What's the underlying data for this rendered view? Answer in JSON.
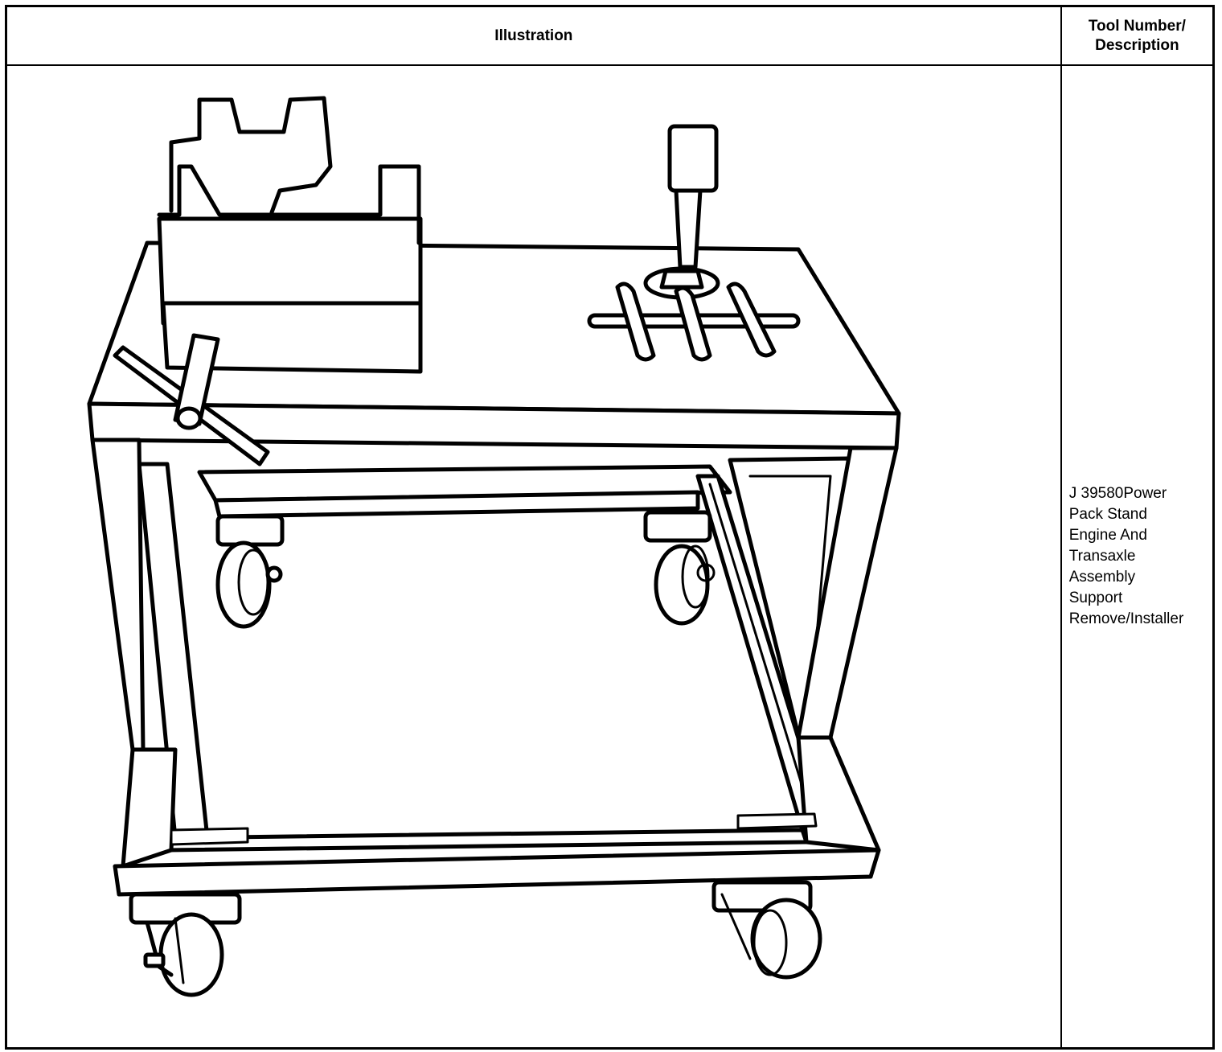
{
  "table": {
    "header_illustration": "Illustration",
    "header_tool_line1": "Tool Number/",
    "header_tool_line2": "Description",
    "rows": [
      {
        "illustration_icon": "power-pack-stand-illustration",
        "description_lines": [
          "J 39580Power",
          "Pack Stand",
          "Engine And",
          "Transaxle",
          "Assembly",
          "Support",
          "Remove/Installer"
        ]
      }
    ]
  },
  "colors": {
    "line": "#000000",
    "background": "#ffffff"
  }
}
